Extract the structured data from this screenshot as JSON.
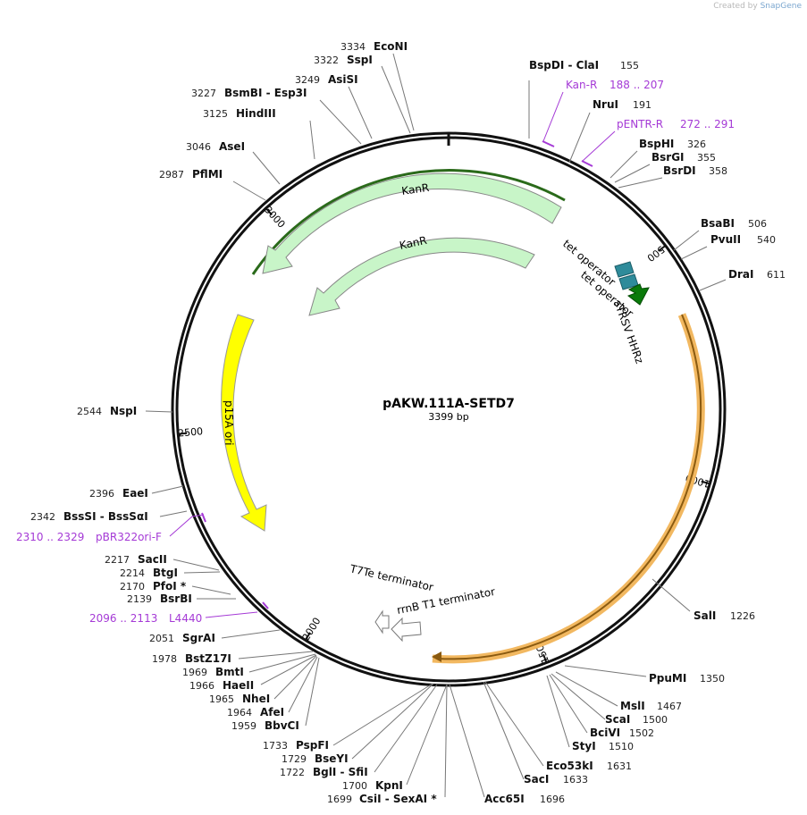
{
  "app": {
    "credit_prefix": "Created by",
    "credit_brand": "SnapGene"
  },
  "plasmid": {
    "name": "pAKW.111A-SETD7",
    "length": 3399,
    "length_label": "3399 bp"
  },
  "tick_labels": [
    500,
    1000,
    1500,
    2000,
    2500,
    3000
  ],
  "enzymes": [
    {
      "name": "EcoNI",
      "pos": "3334"
    },
    {
      "name": "SspI",
      "pos": "3322"
    },
    {
      "name": "AsiSI",
      "pos": "3249"
    },
    {
      "name": "BsmBI  -  Esp3I",
      "pos": "3227"
    },
    {
      "name": "HindIII",
      "pos": "3125"
    },
    {
      "name": "AseI",
      "pos": "3046"
    },
    {
      "name": "PflMI",
      "pos": "2987"
    },
    {
      "name": "BspDI  -  ClaI",
      "pos": "155"
    },
    {
      "name": "NruI",
      "pos": "191"
    },
    {
      "name": "BspHI",
      "pos": "326"
    },
    {
      "name": "BsrGI",
      "pos": "355"
    },
    {
      "name": "BsrDI",
      "pos": "358"
    },
    {
      "name": "BsaBI",
      "pos": "506"
    },
    {
      "name": "PvuII",
      "pos": "540"
    },
    {
      "name": "DraI",
      "pos": "611"
    },
    {
      "name": "SalI",
      "pos": "1226"
    },
    {
      "name": "PpuMI",
      "pos": "1350"
    },
    {
      "name": "MslI",
      "pos": "1467"
    },
    {
      "name": "ScaI",
      "pos": "1500"
    },
    {
      "name": "BciVI",
      "pos": "1502"
    },
    {
      "name": "StyI",
      "pos": "1510"
    },
    {
      "name": "Eco53kI",
      "pos": "1631"
    },
    {
      "name": "SacI",
      "pos": "1633"
    },
    {
      "name": "Acc65I",
      "pos": "1696"
    },
    {
      "name": "CsiI  -  SexAI *",
      "pos": "1699"
    },
    {
      "name": "KpnI",
      "pos": "1700"
    },
    {
      "name": "BglI  -  SfiI",
      "pos": "1722"
    },
    {
      "name": "BseYI",
      "pos": "1729"
    },
    {
      "name": "PspFI",
      "pos": "1733"
    },
    {
      "name": "BbvCI",
      "pos": "1959"
    },
    {
      "name": "AfeI",
      "pos": "1964"
    },
    {
      "name": "NheI",
      "pos": "1965"
    },
    {
      "name": "HaeII",
      "pos": "1966"
    },
    {
      "name": "BmtI",
      "pos": "1969"
    },
    {
      "name": "BstZ17I",
      "pos": "1978"
    },
    {
      "name": "SgrAI",
      "pos": "2051"
    },
    {
      "name": "BsrBI",
      "pos": "2139"
    },
    {
      "name": "PfoI *",
      "pos": "2170"
    },
    {
      "name": "BtgI",
      "pos": "2214"
    },
    {
      "name": "SacII",
      "pos": "2217"
    },
    {
      "name": "BssSI  -  BssSαI",
      "pos": "2342"
    },
    {
      "name": "EaeI",
      "pos": "2396"
    },
    {
      "name": "NspI",
      "pos": "2544"
    }
  ],
  "primers": [
    {
      "name": "Kan-R",
      "range": "188 .. 207"
    },
    {
      "name": "pENTR-R",
      "range": "272 .. 291"
    },
    {
      "name": "pBR322ori-F",
      "range": "2310 .. 2329"
    },
    {
      "name": "L4440",
      "range": "2096 .. 2113"
    }
  ],
  "features": {
    "kanr_outer": "KanR",
    "kanr_inner": "KanR",
    "tet_operator_1": "tet operator",
    "tet_operator_2": "tet operator",
    "strsv": "sTRSV HHRz",
    "p15a": "p15A ori",
    "t7te": "T7Te terminator",
    "rrnb": "rrnB T1 terminator"
  },
  "colors": {
    "kanr_fill": "#c8f5c8",
    "kanr_highlight": "#2a6a1a",
    "p15a_fill": "#ffff00",
    "orange_feature": "#f2b860",
    "tet_operator": "#2e8b9a",
    "strsv": "#0a7a0a",
    "primer": "#a53ad6"
  }
}
